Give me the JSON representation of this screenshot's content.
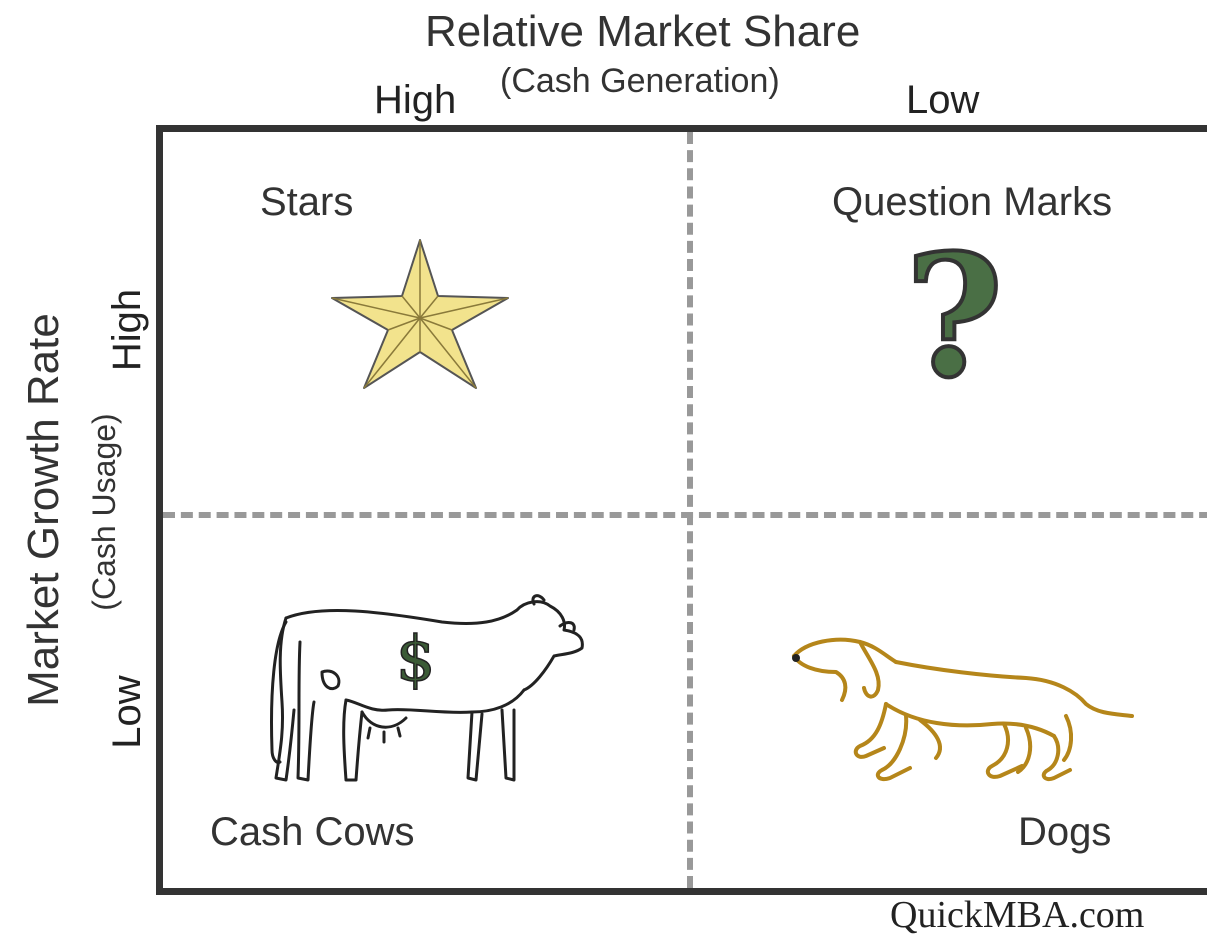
{
  "header": {
    "title": "Relative Market Share",
    "subtitle": "(Cash Generation)",
    "high_label": "High",
    "low_label": "Low"
  },
  "side": {
    "title": "Market Growth Rate",
    "subtitle": "(Cash Usage)",
    "high_label": "High",
    "low_label": "Low"
  },
  "quadrants": {
    "top_left": {
      "label": "Stars",
      "icon": "star-icon"
    },
    "top_right": {
      "label": "Question Marks",
      "icon": "question-mark-icon",
      "glyph": "?"
    },
    "bottom_left": {
      "label": "Cash Cows",
      "icon": "cow-icon",
      "glyph": "$"
    },
    "bottom_right": {
      "label": "Dogs",
      "icon": "dog-icon"
    }
  },
  "watermark": "QuickMBA.com",
  "colors": {
    "star_fill": "#f2e38d",
    "question_fill": "#4a6f45",
    "dog_stroke": "#b5861a",
    "divider": "#999999",
    "border": "#333333"
  }
}
